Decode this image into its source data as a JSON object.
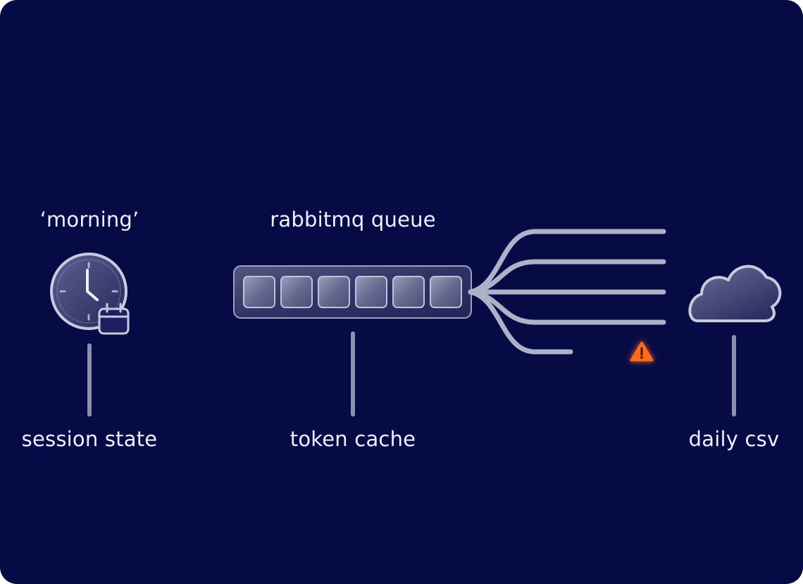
{
  "labels": {
    "clock_top": "‘morning’",
    "queue_top": "rabbitmq queue",
    "clock_bottom": "session state",
    "queue_bottom": "token cache",
    "cloud_bottom": "daily csv"
  },
  "icons": {
    "clock": "clock-icon",
    "calendar": "calendar-icon",
    "queue": "queue-icon",
    "warning": "warning-icon",
    "cloud": "cloud-icon"
  },
  "colors": {
    "background": "#070b45",
    "text": "#eef0ff",
    "connector_teal": "#2fb6d6",
    "warning_orange": "#ff6a1a",
    "line_gray": "#aeb2c8"
  },
  "queue": {
    "message_slots": 6
  },
  "fanout": {
    "branches": 5,
    "failed_branch_index": 4
  }
}
